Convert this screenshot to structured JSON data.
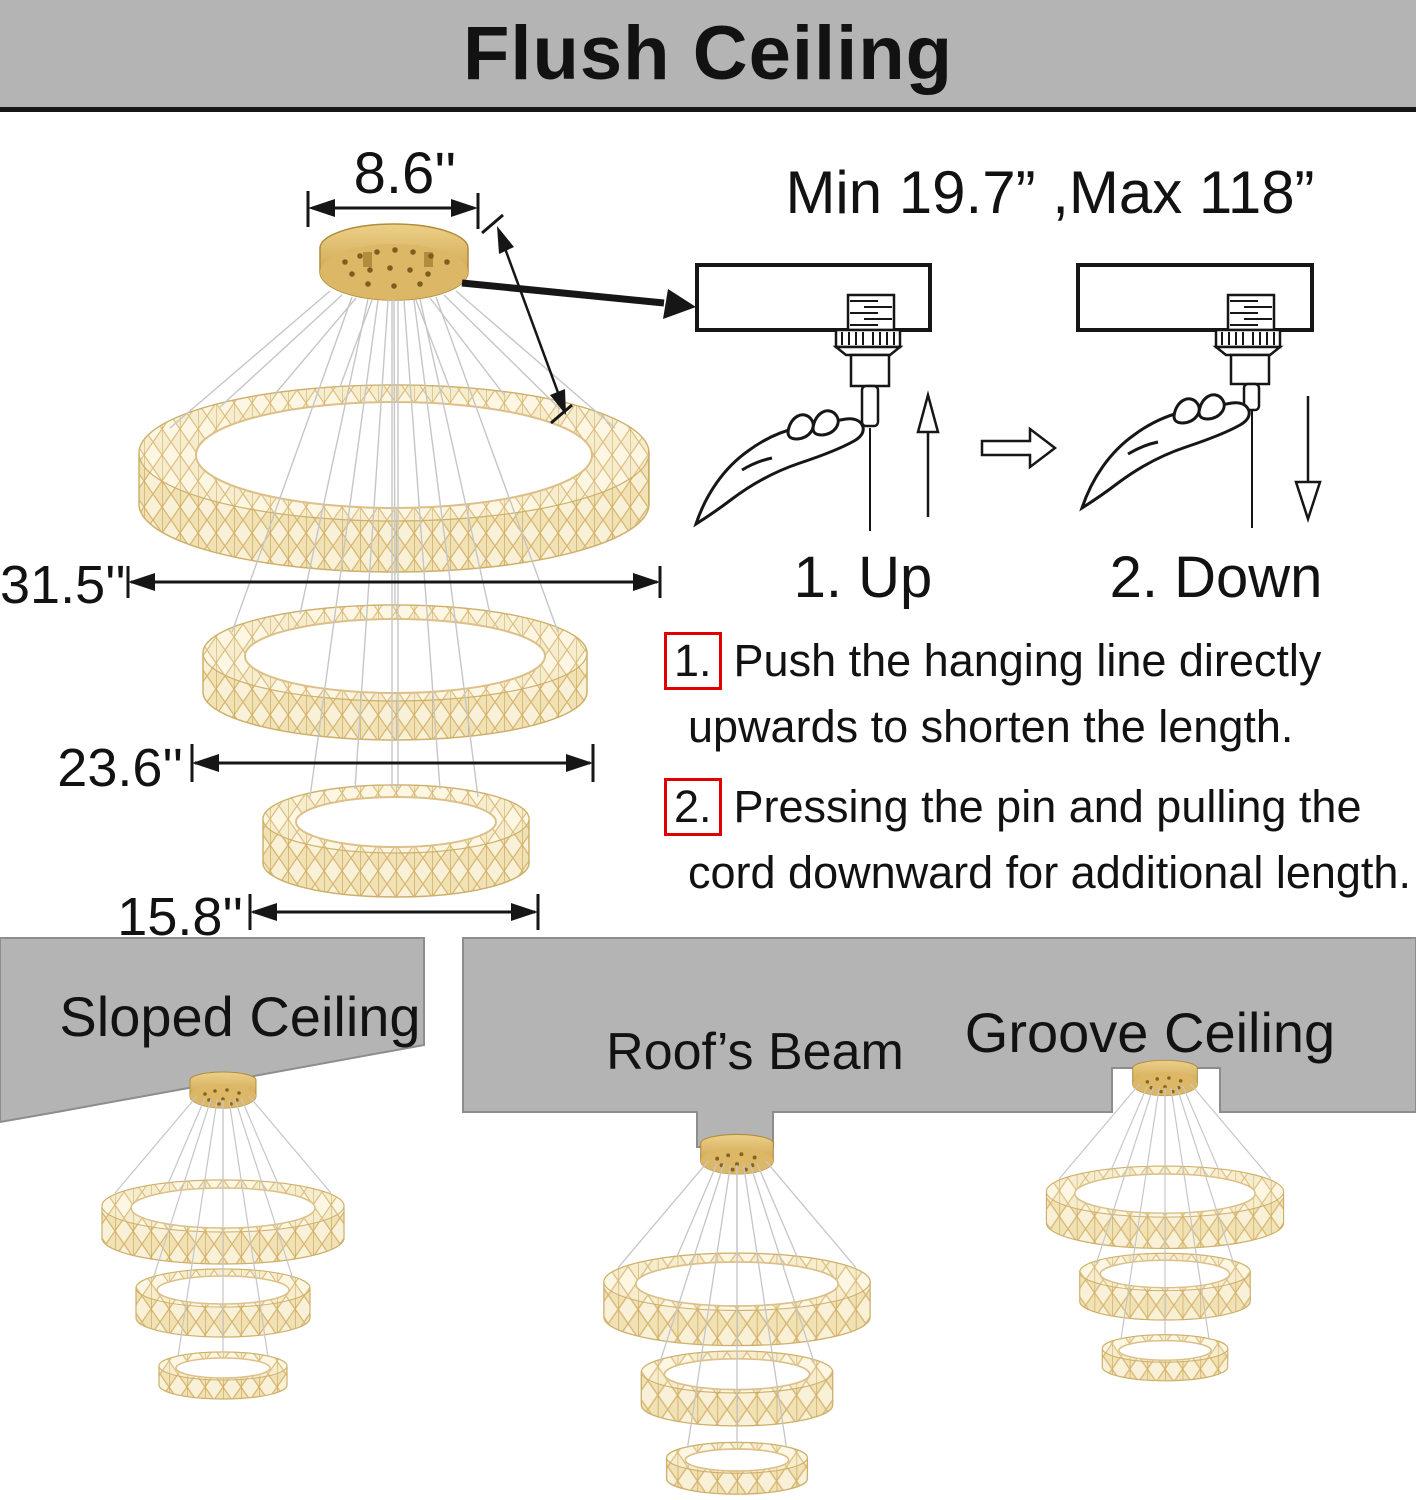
{
  "banner": {
    "title": "Flush Ceiling"
  },
  "main_diagram": {
    "dim_canopy": "8.6''",
    "dim_ring_large": "31.5''",
    "dim_ring_medium": "23.6''",
    "dim_ring_small": "15.8''"
  },
  "adjustment_panel": {
    "range_title": "Min 19.7” ,Max 118”",
    "step_up": "1. Up",
    "step_down": "2. Down",
    "instructions": [
      {
        "num": "1.",
        "line1": "Push the hanging line directly",
        "line2": "upwards to shorten the length."
      },
      {
        "num": "2.",
        "line1": "Pressing the pin and pulling the",
        "line2": "cord downward for additional length."
      }
    ]
  },
  "mounting_options": [
    {
      "label": "Sloped Ceiling"
    },
    {
      "label": "Roof’s Beam"
    },
    {
      "label": "Groove Ceiling"
    }
  ],
  "colors": {
    "ceiling_gray": "#b4b4b4",
    "gold": "#d2a85c",
    "crystal": "#f4e7c2",
    "step_badge_red": "#e00000",
    "line_black": "#161616"
  }
}
